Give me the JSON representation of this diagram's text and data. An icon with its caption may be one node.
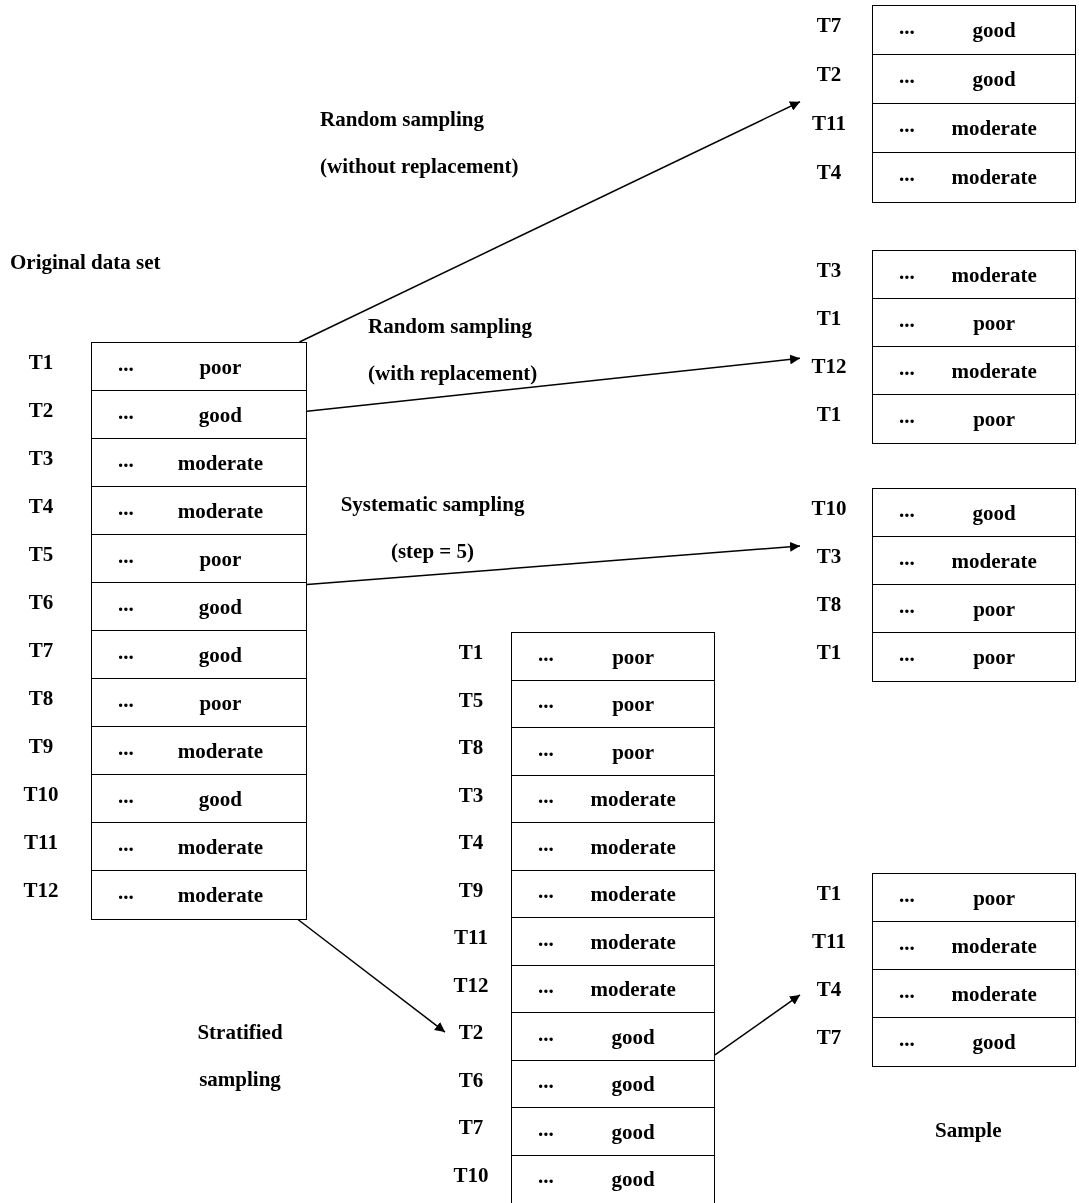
{
  "diagram": {
    "nodes": [
      {
        "text": [],
        "shape": "box",
        "beside": [
          "Original data set"
        ]
      },
      {
        "text": [
          "...",
          "poor"
        ],
        "in": 0,
        "beside": [
          "T1"
        ]
      },
      {
        "text": [
          "...",
          "good"
        ],
        "in": 0,
        "beside": [
          "T2"
        ]
      },
      {
        "text": [
          "...",
          "moderate"
        ],
        "in": 0,
        "beside": [
          "T3"
        ]
      },
      {
        "text": [
          "...",
          "moderate"
        ],
        "in": 0,
        "beside": [
          "T4"
        ]
      },
      {
        "text": [
          "...",
          "poor"
        ],
        "in": 0,
        "beside": [
          "T5"
        ]
      },
      {
        "text": [
          "...",
          "good"
        ],
        "in": 0,
        "beside": [
          "T6"
        ]
      },
      {
        "text": [
          "...",
          "good"
        ],
        "in": 0,
        "beside": [
          "T7"
        ]
      },
      {
        "text": [
          "...",
          "poor"
        ],
        "in": 0,
        "beside": [
          "T8"
        ]
      },
      {
        "text": [
          "...",
          "moderate"
        ],
        "in": 0,
        "beside": [
          "T9"
        ]
      },
      {
        "text": [
          "...",
          "good"
        ],
        "in": 0,
        "beside": [
          "T10"
        ]
      },
      {
        "text": [
          "...",
          "moderate"
        ],
        "in": 0,
        "beside": [
          "T11"
        ]
      },
      {
        "text": [
          "...",
          "moderate"
        ],
        "in": 0,
        "beside": [
          "T12"
        ]
      },
      {
        "text": [],
        "shape": "box"
      },
      {
        "text": [
          "...",
          "good"
        ],
        "in": 13,
        "beside": [
          "T7"
        ]
      },
      {
        "text": [
          "...",
          "good"
        ],
        "in": 13,
        "beside": [
          "T2"
        ]
      },
      {
        "text": [
          "...",
          "moderate"
        ],
        "in": 13,
        "beside": [
          "T11"
        ]
      },
      {
        "text": [
          "...",
          "moderate"
        ],
        "in": 13,
        "beside": [
          "T4"
        ]
      },
      {
        "text": [],
        "shape": "box"
      },
      {
        "text": [
          "...",
          "moderate"
        ],
        "in": 18,
        "beside": [
          "T3"
        ]
      },
      {
        "text": [
          "...",
          "poor"
        ],
        "in": 18,
        "beside": [
          "T1"
        ]
      },
      {
        "text": [
          "...",
          "moderate"
        ],
        "in": 18,
        "beside": [
          "T12"
        ]
      },
      {
        "text": [
          "...",
          "poor"
        ],
        "in": 18,
        "beside": [
          "T1"
        ]
      },
      {
        "text": [],
        "shape": "box"
      },
      {
        "text": [
          "...",
          "good"
        ],
        "in": 23,
        "beside": [
          "T10"
        ]
      },
      {
        "text": [
          "...",
          "moderate"
        ],
        "in": 23,
        "beside": [
          "T3"
        ]
      },
      {
        "text": [
          "...",
          "poor"
        ],
        "in": 23,
        "beside": [
          "T8"
        ]
      },
      {
        "text": [
          "...",
          "poor"
        ],
        "in": 23,
        "beside": [
          "T1"
        ]
      },
      {
        "text": [],
        "shape": "box"
      },
      {
        "text": [
          "...",
          "poor"
        ],
        "in": 28,
        "beside": [
          "T1"
        ]
      },
      {
        "text": [
          "...",
          "poor"
        ],
        "in": 28,
        "beside": [
          "T5"
        ]
      },
      {
        "text": [
          "...",
          "poor"
        ],
        "in": 28,
        "beside": [
          "T8"
        ]
      },
      {
        "text": [
          "...",
          "moderate"
        ],
        "in": 28,
        "beside": [
          "T3"
        ]
      },
      {
        "text": [
          "...",
          "moderate"
        ],
        "in": 28,
        "beside": [
          "T4"
        ]
      },
      {
        "text": [
          "...",
          "moderate"
        ],
        "in": 28,
        "beside": [
          "T9"
        ]
      },
      {
        "text": [
          "...",
          "moderate"
        ],
        "in": 28,
        "beside": [
          "T11"
        ]
      },
      {
        "text": [
          "...",
          "moderate"
        ],
        "in": 28,
        "beside": [
          "T12"
        ]
      },
      {
        "text": [
          "...",
          "good"
        ],
        "in": 28,
        "beside": [
          "T2"
        ]
      },
      {
        "text": [
          "...",
          "good"
        ],
        "in": 28,
        "beside": [
          "T6"
        ]
      },
      {
        "text": [
          "...",
          "good"
        ],
        "in": 28,
        "beside": [
          "T7"
        ]
      },
      {
        "text": [
          "...",
          "good"
        ],
        "in": 28,
        "beside": [
          "T10"
        ]
      },
      {
        "text": [],
        "shape": "box",
        "beside": [
          "Sample"
        ]
      },
      {
        "text": [
          "...",
          "poor"
        ],
        "in": 41,
        "beside": [
          "T1"
        ]
      },
      {
        "text": [
          "...",
          "moderate"
        ],
        "in": 41,
        "beside": [
          "T11"
        ]
      },
      {
        "text": [
          "...",
          "moderate"
        ],
        "in": 41,
        "beside": [
          "T4"
        ]
      },
      {
        "text": [
          "...",
          "good"
        ],
        "in": 41,
        "beside": [
          "T7"
        ]
      }
    ],
    "edges": [
      {
        "from": 0,
        "to": 13,
        "arrow": "to",
        "label": "Random sampling (without replacement)"
      },
      {
        "from": 0,
        "to": 18,
        "arrow": "to",
        "label": "Random sampling (with replacement)"
      },
      {
        "from": 0,
        "to": 23,
        "arrow": "to",
        "label": "Systematic sampling (step = 5)"
      },
      {
        "from": 0,
        "to": 28,
        "arrow": "to",
        "label": "Stratified sampling"
      },
      {
        "from": 28,
        "to": 41,
        "arrow": "to"
      }
    ]
  }
}
